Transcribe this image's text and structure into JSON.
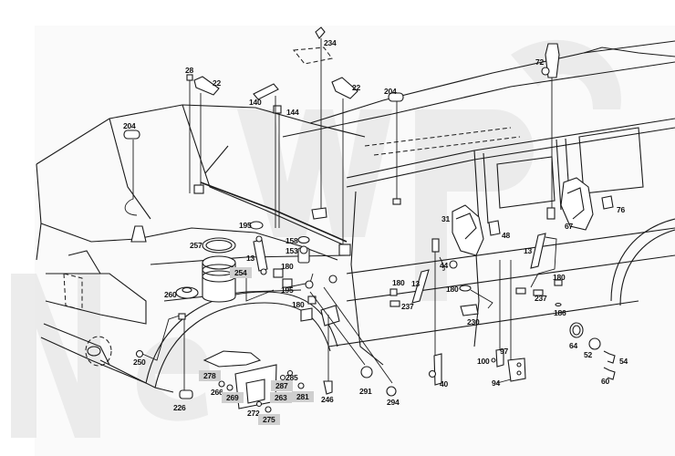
{
  "diagram": {
    "title": "Vehicle body components – exploded view (estate/wagon)",
    "watermark": "NewPar",
    "colors": {
      "line": "#1a1a1a",
      "background": "#ffffff",
      "watermark": "#e6e6e6",
      "label_highlight": "#cfcfcf"
    },
    "callouts": [
      {
        "id": "c204a",
        "text": "204"
      },
      {
        "id": "c28",
        "text": "28"
      },
      {
        "id": "c22a",
        "text": "22"
      },
      {
        "id": "c140",
        "text": "140"
      },
      {
        "id": "c144",
        "text": "144"
      },
      {
        "id": "c234",
        "text": "234"
      },
      {
        "id": "c22b",
        "text": "22"
      },
      {
        "id": "c204b",
        "text": "204"
      },
      {
        "id": "c72",
        "text": "72"
      },
      {
        "id": "c195a",
        "text": "195"
      },
      {
        "id": "c257",
        "text": "257"
      },
      {
        "id": "c254",
        "text": "254"
      },
      {
        "id": "c13a",
        "text": "13"
      },
      {
        "id": "c158",
        "text": "158"
      },
      {
        "id": "c153",
        "text": "153"
      },
      {
        "id": "c180a",
        "text": "180"
      },
      {
        "id": "c195b",
        "text": "195"
      },
      {
        "id": "c260",
        "text": "260"
      },
      {
        "id": "c180b",
        "text": "180"
      },
      {
        "id": "c250",
        "text": "250"
      },
      {
        "id": "c278",
        "text": "278"
      },
      {
        "id": "c266",
        "text": "266"
      },
      {
        "id": "c269",
        "text": "269"
      },
      {
        "id": "c285",
        "text": "285"
      },
      {
        "id": "c287",
        "text": "287"
      },
      {
        "id": "c263",
        "text": "263"
      },
      {
        "id": "c281",
        "text": "281"
      },
      {
        "id": "c272",
        "text": "272"
      },
      {
        "id": "c275",
        "text": "275"
      },
      {
        "id": "c226",
        "text": "226"
      },
      {
        "id": "c246",
        "text": "246"
      },
      {
        "id": "c291",
        "text": "291"
      },
      {
        "id": "c294",
        "text": "294"
      },
      {
        "id": "c31",
        "text": "31"
      },
      {
        "id": "c48",
        "text": "48"
      },
      {
        "id": "c44",
        "text": "44"
      },
      {
        "id": "c13b",
        "text": "13"
      },
      {
        "id": "c180c",
        "text": "180"
      },
      {
        "id": "c237a",
        "text": "237"
      },
      {
        "id": "c180d",
        "text": "180"
      },
      {
        "id": "c230",
        "text": "230"
      },
      {
        "id": "c40",
        "text": "40"
      },
      {
        "id": "c13c",
        "text": "13"
      },
      {
        "id": "c67",
        "text": "67"
      },
      {
        "id": "c76",
        "text": "76"
      },
      {
        "id": "c180e",
        "text": "180"
      },
      {
        "id": "c237b",
        "text": "237"
      },
      {
        "id": "c186",
        "text": "186"
      },
      {
        "id": "c64",
        "text": "64"
      },
      {
        "id": "c52",
        "text": "52"
      },
      {
        "id": "c54",
        "text": "54"
      },
      {
        "id": "c60",
        "text": "60"
      },
      {
        "id": "c97",
        "text": "97"
      },
      {
        "id": "c100",
        "text": "100"
      },
      {
        "id": "c94",
        "text": "94"
      }
    ]
  }
}
